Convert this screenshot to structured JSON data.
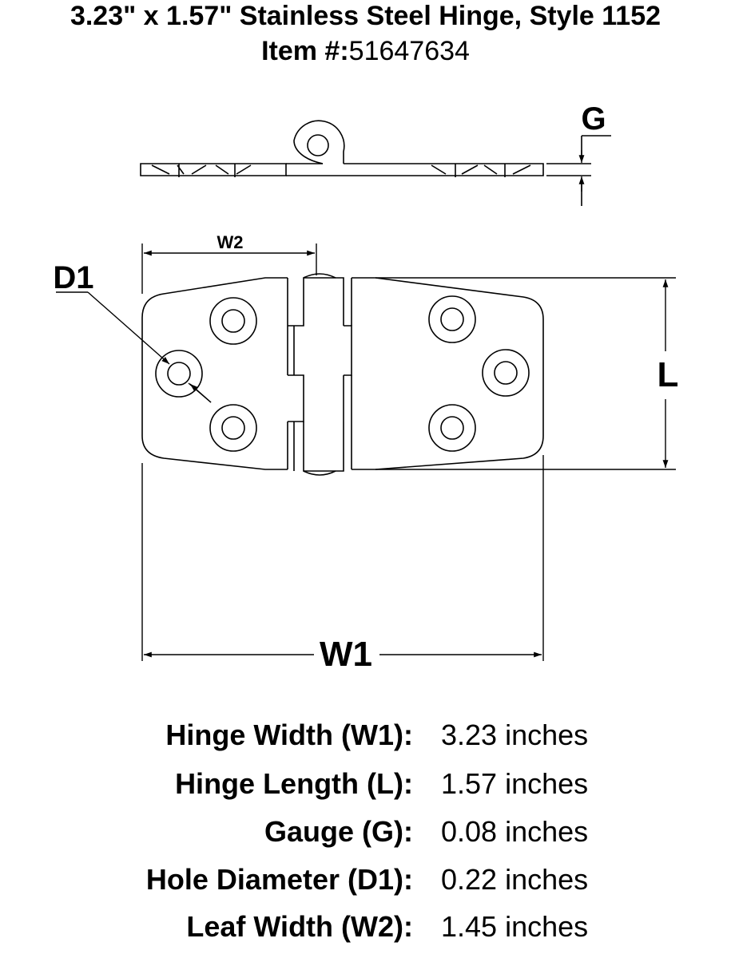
{
  "header": {
    "title": "3.23\" x 1.57\" Stainless Steel Hinge, Style 1152",
    "item_label": "Item #:",
    "item_number": "51647634"
  },
  "diagram": {
    "labels": {
      "g": "G",
      "w2": "W2",
      "d1": "D1",
      "l": "L",
      "w1": "W1"
    }
  },
  "specs": [
    {
      "name": "Hinge Width (W1):",
      "value": "3.23 inches"
    },
    {
      "name": "Hinge Length (L):",
      "value": "1.57 inches"
    },
    {
      "name": "Gauge (G):",
      "value": "0.08 inches"
    },
    {
      "name": "Hole Diameter (D1):",
      "value": "0.22 inches"
    },
    {
      "name": "Leaf Width (W2):",
      "value": "1.45 inches"
    }
  ]
}
